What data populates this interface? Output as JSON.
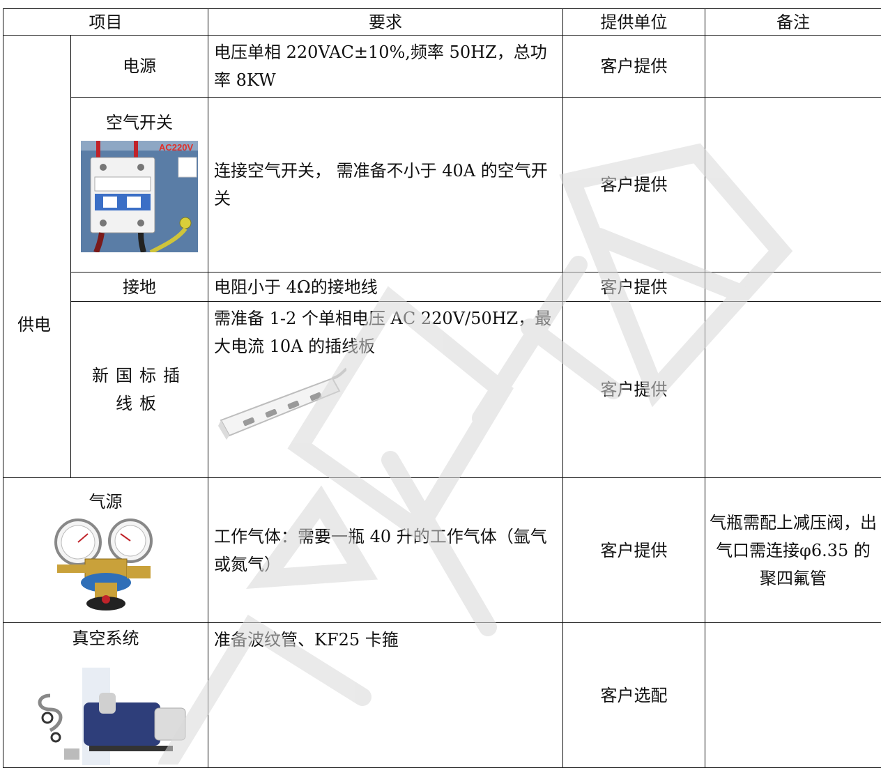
{
  "header": {
    "item": "项目",
    "requirement": "要求",
    "provider": "提供单位",
    "remark": "备注"
  },
  "power": {
    "group_label": "供电",
    "rows": [
      {
        "item": "电源",
        "requirement": "电压单相 220VAC±10%,频率 50HZ，总功率 8KW",
        "provider": "客户提供",
        "remark": ""
      },
      {
        "item": "空气开关",
        "requirement": "连接空气开关， 需准备不小于 40A 的空气开关",
        "provider": "客户提供",
        "remark": "",
        "image_label": "AC220V"
      },
      {
        "item": "接地",
        "requirement": "电阻小于 4Ω的接地线",
        "provider": "客户提供",
        "remark": ""
      },
      {
        "item": "新国标插线板",
        "requirement": "需准备 1-2 个单相电压 AC 220V/50HZ，最大电流 10A 的插线板",
        "provider": "客户提供",
        "remark": ""
      }
    ]
  },
  "gas": {
    "item": "气源",
    "requirement": "工作气体：需要一瓶 40 升的工作气体（氩气或氮气）",
    "provider": "客户提供",
    "remark": "气瓶需配上减压阀，出气口需连接φ6.35 的聚四氟管"
  },
  "vacuum": {
    "item": "真空系统",
    "requirement": "准备波纹管、KF25 卡箍",
    "provider": "客户选配",
    "remark": ""
  },
  "icons": {
    "breaker": "circuit-breaker-icon",
    "strip": "power-strip-icon",
    "regulator": "pressure-regulator-icon",
    "pump": "vacuum-pump-icon",
    "watermark": "company-watermark"
  },
  "colors": {
    "border": "#111111",
    "breaker_bg": "#5a7da6",
    "breaker_label": "#e0302a",
    "watermark": "#d8d8d8"
  }
}
